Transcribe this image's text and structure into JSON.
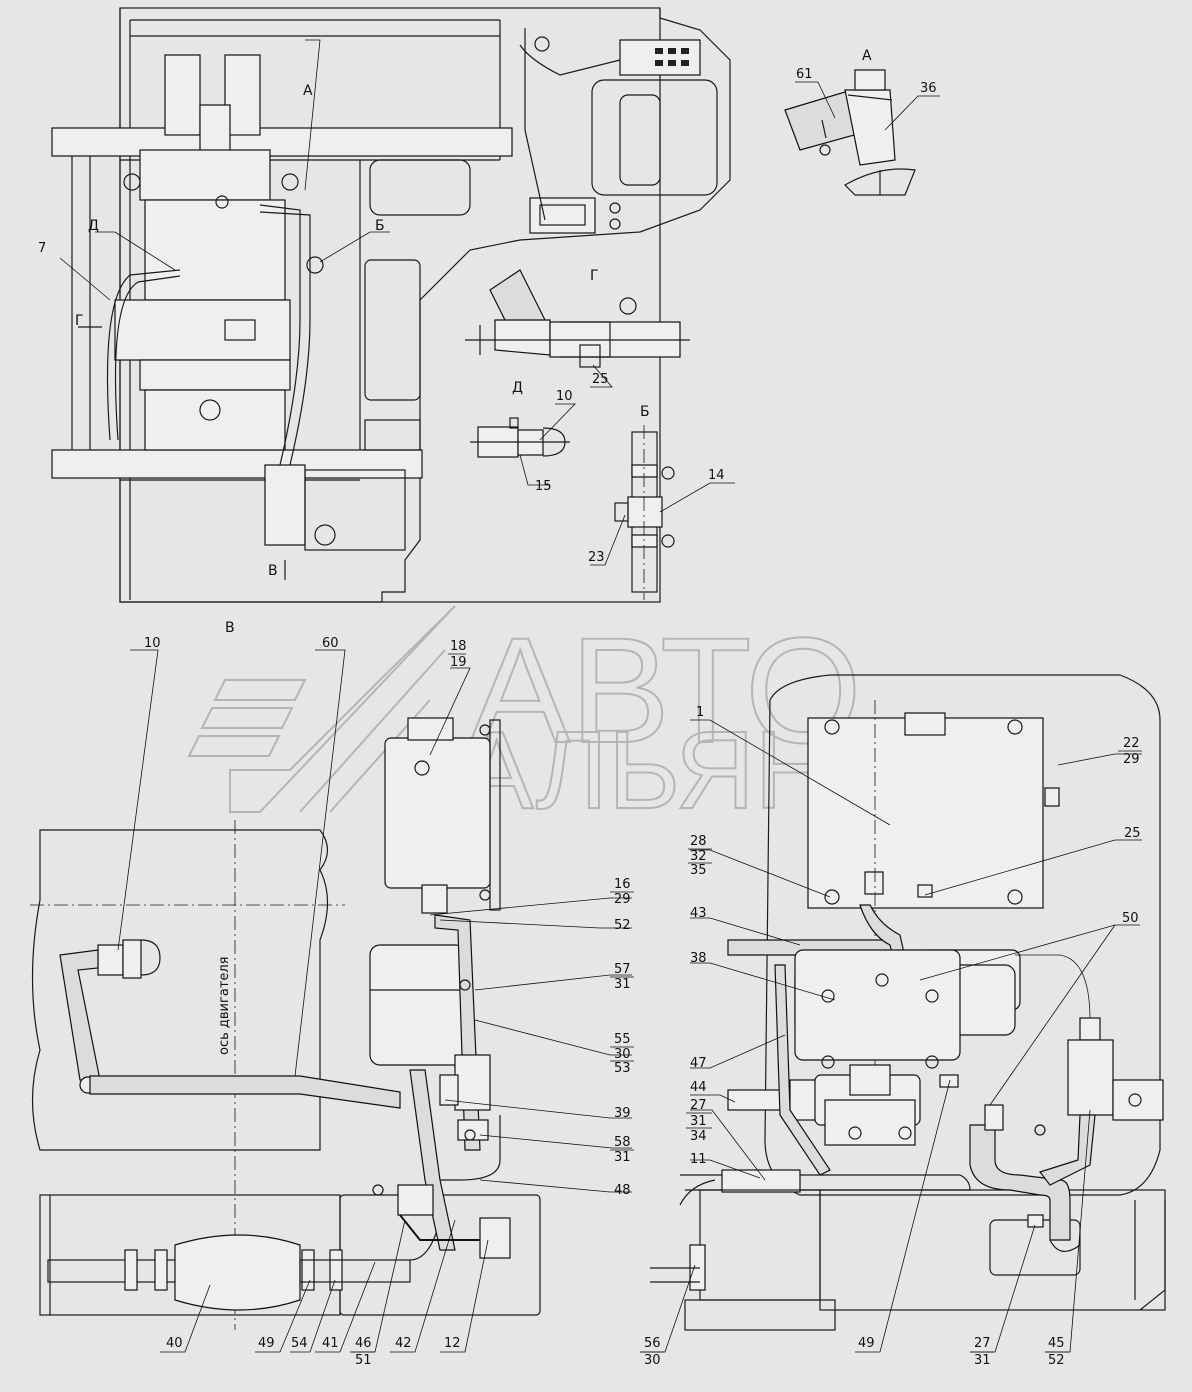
{
  "watermark": {
    "line1": "АВТО",
    "line2": "АЛЬЯНС"
  },
  "views": {
    "A_main": "А",
    "A_detail": "А",
    "B": "Б",
    "B_detail": "Б",
    "V": "В",
    "V_arrow": "В",
    "G": "Г",
    "G_detail": "Г",
    "D": "Д",
    "D_detail": "Д"
  },
  "engine_axis": "ось двигателя",
  "labels": {
    "p61": "61",
    "p36": "36",
    "p7": "7",
    "p25a": "25",
    "p10a": "10",
    "p15": "15",
    "p14": "14",
    "p23": "23",
    "p10b": "10",
    "p60": "60",
    "p18": "18",
    "p19": "19",
    "p1": "1",
    "p22": "22",
    "p29a": "29",
    "p28": "28",
    "p32": "32",
    "p35": "35",
    "p25b": "25",
    "p16": "16",
    "p29b": "29",
    "p52a": "52",
    "p43": "43",
    "p50": "50",
    "p57": "57",
    "p31a": "31",
    "p38": "38",
    "p55": "55",
    "p30a": "30",
    "p53": "53",
    "p47": "47",
    "p44": "44",
    "p39": "39",
    "p27a": "27",
    "p31b": "31",
    "p34": "34",
    "p58": "58",
    "p31c": "31",
    "p11": "11",
    "p48": "48",
    "p40": "40",
    "p49a": "49",
    "p54": "54",
    "p41": "41",
    "p46": "46",
    "p51": "51",
    "p42": "42",
    "p12": "12",
    "p56": "56",
    "p30b": "30",
    "p49b": "49",
    "p27b": "27",
    "p31d": "31",
    "p45": "45",
    "p52b": "52"
  }
}
